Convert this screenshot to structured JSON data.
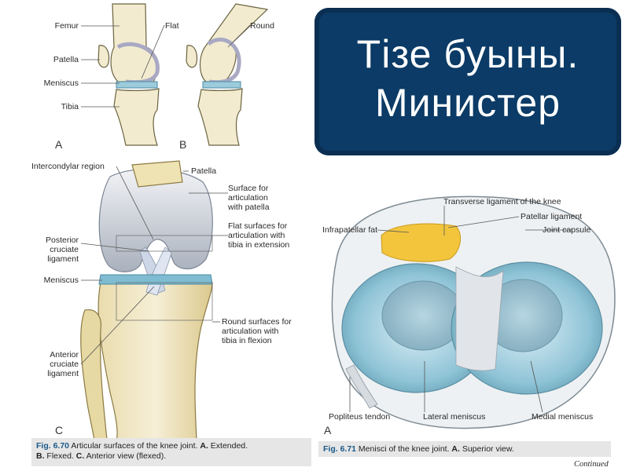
{
  "title": {
    "line1": "Тізе буыны.",
    "line2": "Министер"
  },
  "figure_6_70": {
    "panel_a_letter": "A",
    "panel_b_letter": "B",
    "panel_c_letter": "C",
    "labels_ab": {
      "femur": "Femur",
      "patella": "Patella",
      "meniscus": "Meniscus",
      "tibia": "Tibia",
      "flat": "Flat",
      "round": "Round"
    },
    "labels_c": {
      "intercondylar_region": "Intercondylar region",
      "patella": "Patella",
      "surface_patella_1": "Surface for",
      "surface_patella_2": "articulation",
      "surface_patella_3": "with patella",
      "flat_surfaces_1": "Flat surfaces for",
      "flat_surfaces_2": "articulation with",
      "flat_surfaces_3": "tibia in extension",
      "pcl_1": "Posterior",
      "pcl_2": "cruciate",
      "pcl_3": "ligament",
      "meniscus": "Meniscus",
      "round_surfaces_1": "Round surfaces for",
      "round_surfaces_2": "articulation with",
      "round_surfaces_3": "tibia in flexion",
      "acl_1": "Anterior",
      "acl_2": "cruciate",
      "acl_3": "ligament"
    },
    "caption_num": "Fig. 6.70",
    "caption_text1": " Articular surfaces of the knee joint. ",
    "caption_a": "A.",
    "caption_a_text": " Extended.",
    "caption_b": "B.",
    "caption_b_text": " Flexed. ",
    "caption_c": "C.",
    "caption_c_text": " Anterior view (flexed)."
  },
  "figure_6_71": {
    "labels": {
      "transverse_ligament": "Transverse ligament of the knee",
      "patellar_ligament": "Patellar ligament",
      "infrapatellar_fat": "Infrapatellar fat",
      "joint_capsule": "Joint capsule",
      "popliteus_tendon": "Popliteus tendon",
      "lateral_meniscus": "Lateral meniscus",
      "medial_meniscus": "Medial meniscus"
    },
    "panel_letter": "A",
    "caption_num": "Fig. 6.71",
    "caption_text": " Menisci of the knee joint. ",
    "caption_a": "A.",
    "caption_a_text": " Superior view.",
    "continued": "Continued"
  },
  "colors": {
    "title_bg": "#0b3b66",
    "bone": "#efe6c8",
    "cartilage": "#c9cfd8",
    "meniscus": "#8fc6d9",
    "fat": "#f2c53d",
    "caption_bg": "#e6e6e6"
  }
}
